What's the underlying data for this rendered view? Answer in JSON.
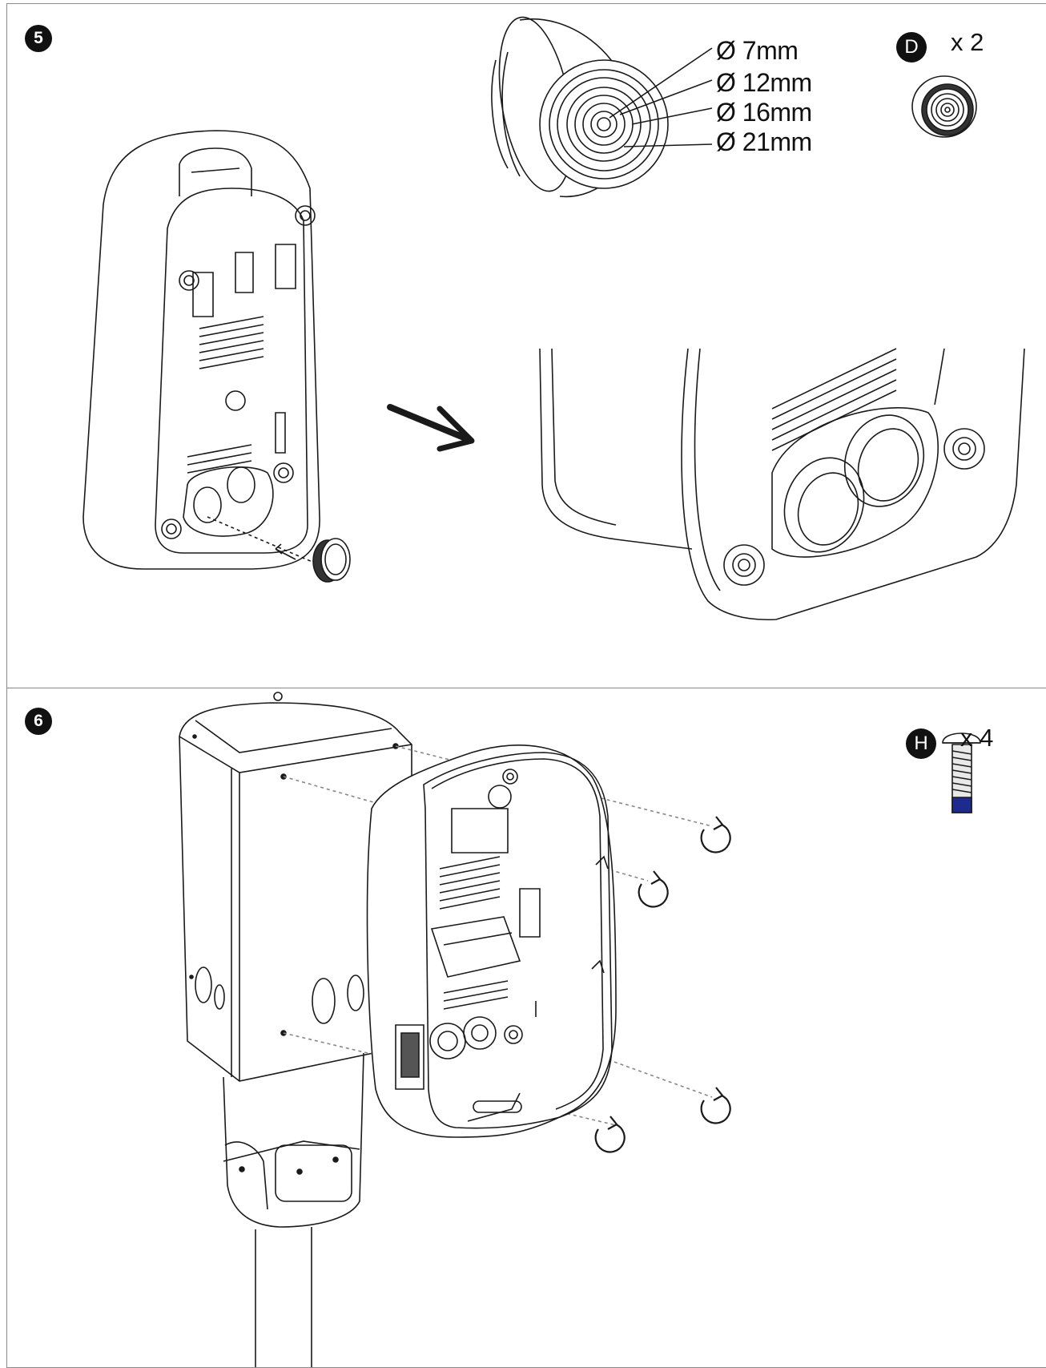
{
  "step5": {
    "number": "5",
    "part": {
      "badge": "D",
      "quantity": "x 2"
    },
    "dimensions": [
      "Ø 7mm",
      "Ø 12mm",
      "Ø 16mm",
      "Ø 21mm"
    ],
    "icons": [
      "grommet-icon",
      "enclosure-back-icon",
      "arrow-right-icon",
      "zoom-detail-icon"
    ]
  },
  "step6": {
    "number": "6",
    "part": {
      "badge": "H",
      "quantity": "x 4"
    },
    "icons": [
      "post-icon",
      "enclosure-front-icon",
      "screw-icon",
      "rotate-cw-icon"
    ]
  },
  "colors": {
    "line": "#1a1a1a",
    "border": "#8a8a8a",
    "screw_tip": "#1d2b8f",
    "badge": "#111111"
  }
}
